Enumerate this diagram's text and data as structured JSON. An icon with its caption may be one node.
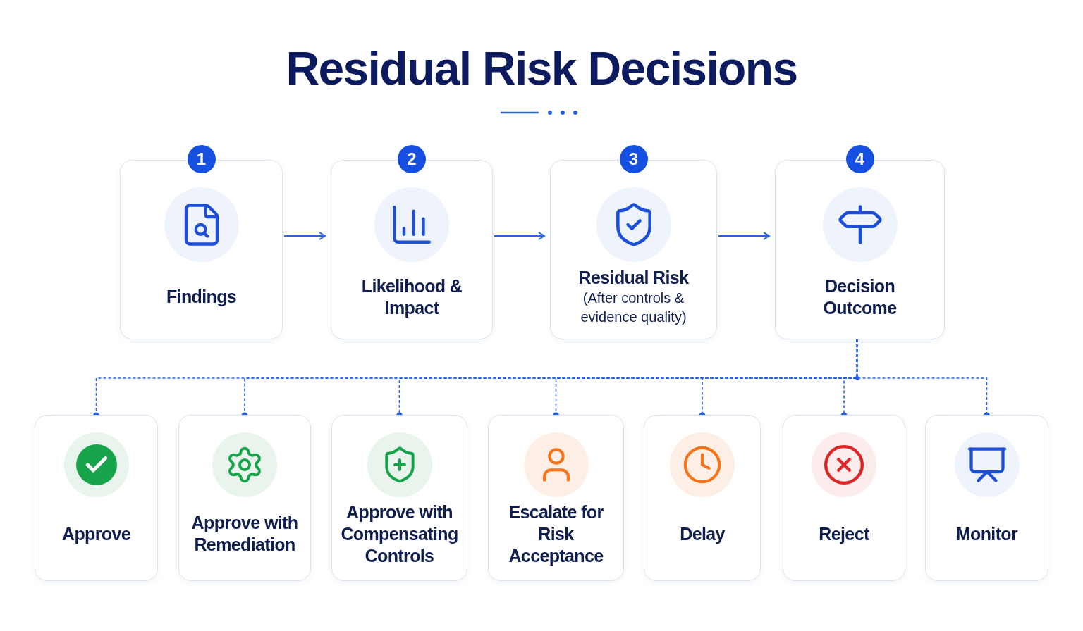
{
  "diagram": {
    "title": "Residual Risk Decisions",
    "nodes": [
      {
        "text": [
          "Findings"
        ]
      },
      {
        "text": [
          "Likelihood & Impact"
        ]
      },
      {
        "text": [
          "Residual Risk",
          "(After controls & evidence quality)"
        ]
      },
      {
        "text": [
          "Decision Outcome"
        ]
      },
      {
        "text": [
          "Approve"
        ]
      },
      {
        "text": [
          "Approve with Remediation"
        ]
      },
      {
        "text": [
          "Approve with Compensating Controls"
        ]
      },
      {
        "text": [
          "Escalate for Risk Acceptance"
        ]
      },
      {
        "text": [
          "Delay"
        ]
      },
      {
        "text": [
          "Reject"
        ]
      },
      {
        "text": [
          "Monitor"
        ]
      }
    ],
    "edges": [
      {
        "from": 0,
        "to": 1,
        "arrow": "to"
      },
      {
        "from": 1,
        "to": 2,
        "arrow": "to"
      },
      {
        "from": 2,
        "to": 3,
        "arrow": "to"
      },
      {
        "from": 3,
        "to": 4,
        "arrow": "other",
        "style": "dashed"
      },
      {
        "from": 3,
        "to": 5,
        "arrow": "other",
        "style": "dashed"
      },
      {
        "from": 3,
        "to": 6,
        "arrow": "other",
        "style": "dashed"
      },
      {
        "from": 3,
        "to": 7,
        "arrow": "other",
        "style": "dashed"
      },
      {
        "from": 3,
        "to": 8,
        "arrow": "other",
        "style": "dashed"
      },
      {
        "from": 3,
        "to": 9,
        "arrow": "other",
        "style": "dashed"
      },
      {
        "from": 3,
        "to": 10,
        "arrow": "other",
        "style": "dashed"
      }
    ],
    "labels": [
      "1",
      "2",
      "3",
      "4"
    ]
  }
}
